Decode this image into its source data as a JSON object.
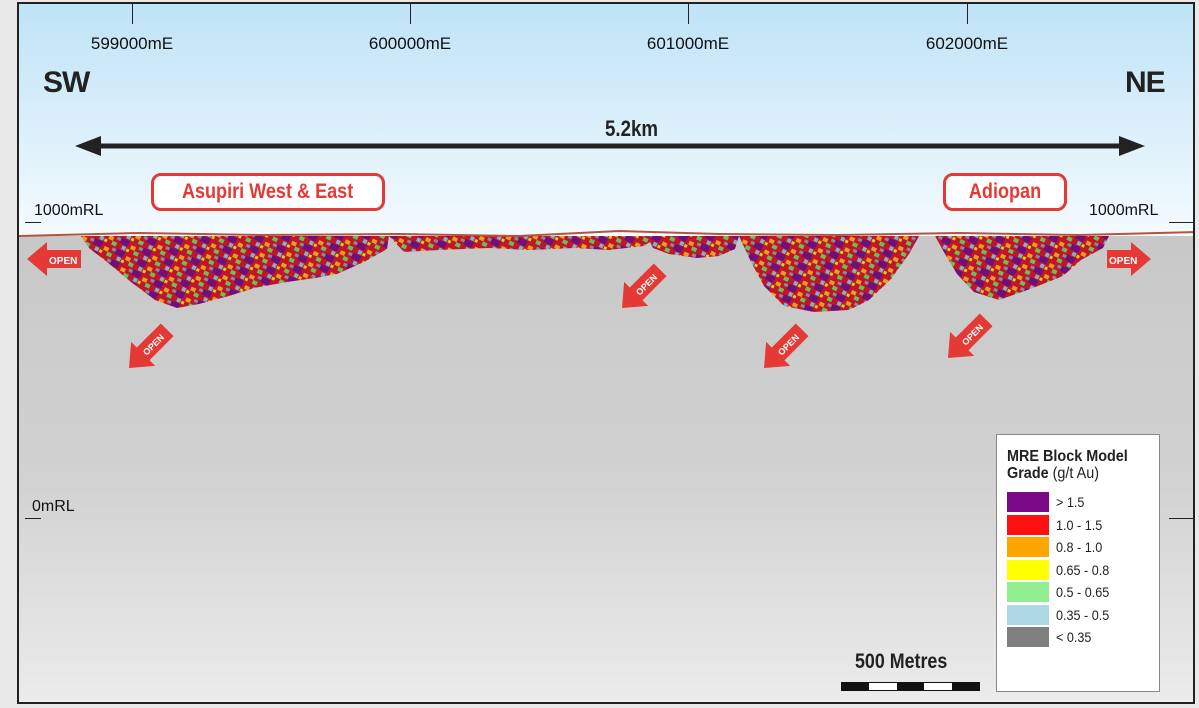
{
  "eastings": [
    "599000mE",
    "600000mE",
    "601000mE",
    "602000mE"
  ],
  "directions": {
    "left": "SW",
    "right": "NE"
  },
  "distance_label": "5.2km",
  "deposits": {
    "left": "Asupiri West & East",
    "right": "Adiopan"
  },
  "elevations": {
    "top_left": "1000mRL",
    "top_right": "1000mRL",
    "bottom_left": "0mRL"
  },
  "open_marker_text": "OPEN",
  "legend": {
    "title": "MRE Block Model",
    "subtitle_bold": "Grade",
    "subtitle_unit": " (g/t Au)",
    "items": [
      {
        "label": "> 1.5",
        "color": "#7a0a88"
      },
      {
        "label": "1.0 - 1.5",
        "color": "#ff1010"
      },
      {
        "label": "0.8 - 1.0",
        "color": "#ffa500"
      },
      {
        "label": "0.65 - 0.8",
        "color": "#ffff00"
      },
      {
        "label": "0.5 - 0.65",
        "color": "#90ee90"
      },
      {
        "label": "0.35 - 0.5",
        "color": "#add8e6"
      },
      {
        "label": "< 0.35",
        "color": "#808080"
      }
    ]
  },
  "scale_label": "500 Metres",
  "colors": {
    "arrow": "#e53935",
    "callout": "#e53935",
    "topo": "#b5533c"
  }
}
